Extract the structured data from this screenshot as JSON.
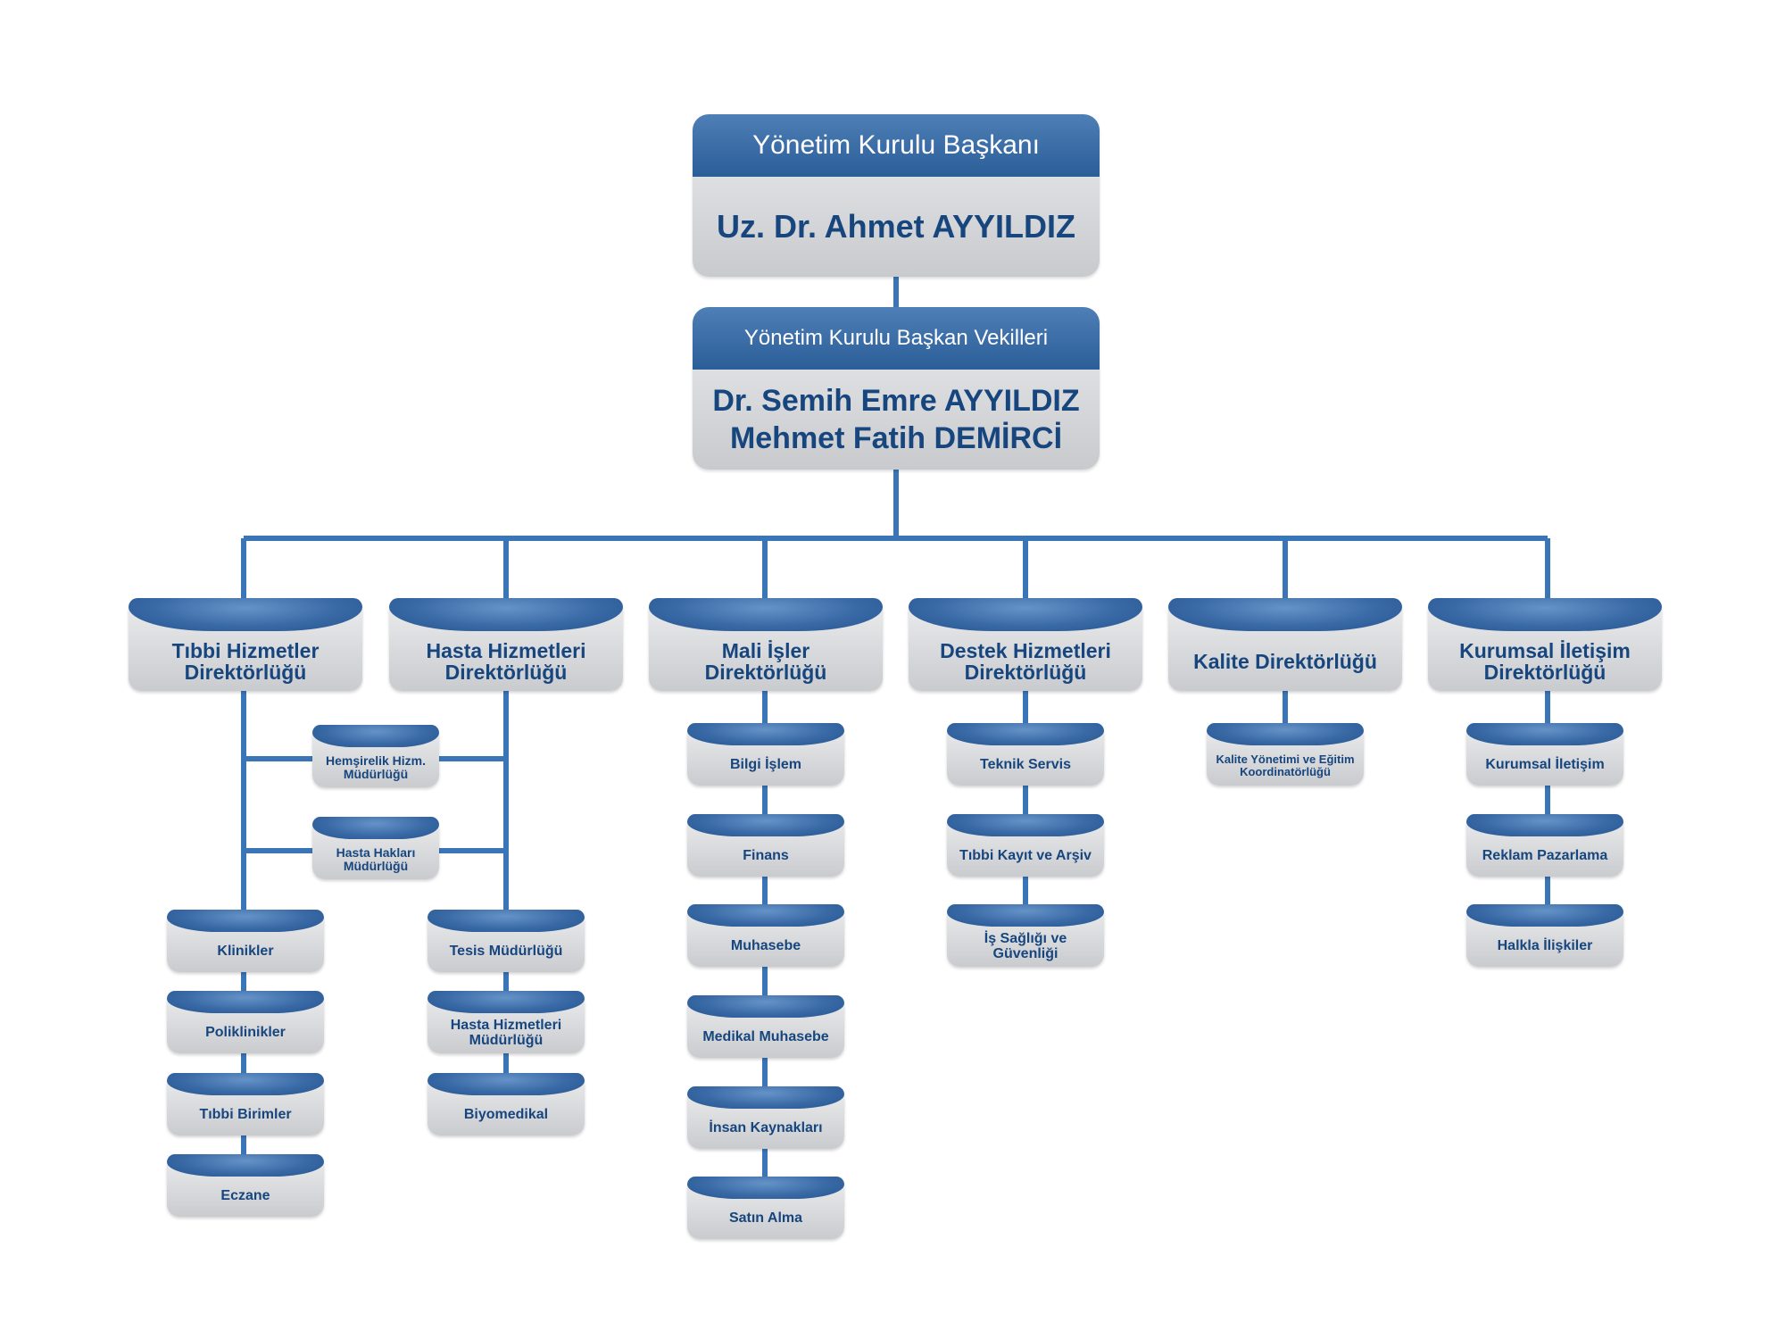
{
  "colors": {
    "connector": "#3a75b7",
    "header_blue": "#2b5d98",
    "label_blue": "#17467e"
  },
  "chairman": {
    "title": "Yönetim Kurulu Başkanı",
    "name": "Uz. Dr. Ahmet AYYILDIZ"
  },
  "vice_chairs": {
    "title": "Yönetim Kurulu Başkan Vekilleri",
    "names": [
      "Dr. Semih Emre AYYILDIZ",
      "Mehmet Fatih DEMİRCİ"
    ]
  },
  "directorates": [
    {
      "label": [
        "Tıbbi Hizmetler",
        "Direktörlüğü"
      ],
      "units": [
        "Klinikler",
        "Poliklinikler",
        "Tıbbi Birimler",
        "Eczane"
      ]
    },
    {
      "label": [
        "Hasta Hizmetleri",
        "Direktörlüğü"
      ],
      "units": [
        "Tesis Müdürlüğü",
        "Hasta Hizmetleri Müdürlüğü",
        "Biyomedikal"
      ]
    },
    {
      "label": [
        "Mali İşler",
        "Direktörlüğü"
      ],
      "units": [
        "Bilgi İşlem",
        "Finans",
        "Muhasebe",
        "Medikal Muhasebe",
        "İnsan Kaynakları",
        "Satın Alma"
      ]
    },
    {
      "label": [
        "Destek Hizmetleri",
        "Direktörlüğü"
      ],
      "units": [
        "Teknik Servis",
        "Tıbbi Kayıt ve Arşiv",
        "İş Sağlığı ve Güvenliği"
      ]
    },
    {
      "label": [
        "Kalite Direktörlüğü"
      ],
      "units": [
        "Kalite Yönetimi ve Eğitim Koordinatörlüğü"
      ]
    },
    {
      "label": [
        "Kurumsal İletişim",
        "Direktörlüğü"
      ],
      "units": [
        "Kurumsal İletişim",
        "Reklam Pazarlama",
        "Halkla İlişkiler"
      ]
    }
  ],
  "shared_units": [
    "Hemşirelik Hizm. Müdürlüğü",
    "Hasta Hakları Müdürlüğü"
  ]
}
